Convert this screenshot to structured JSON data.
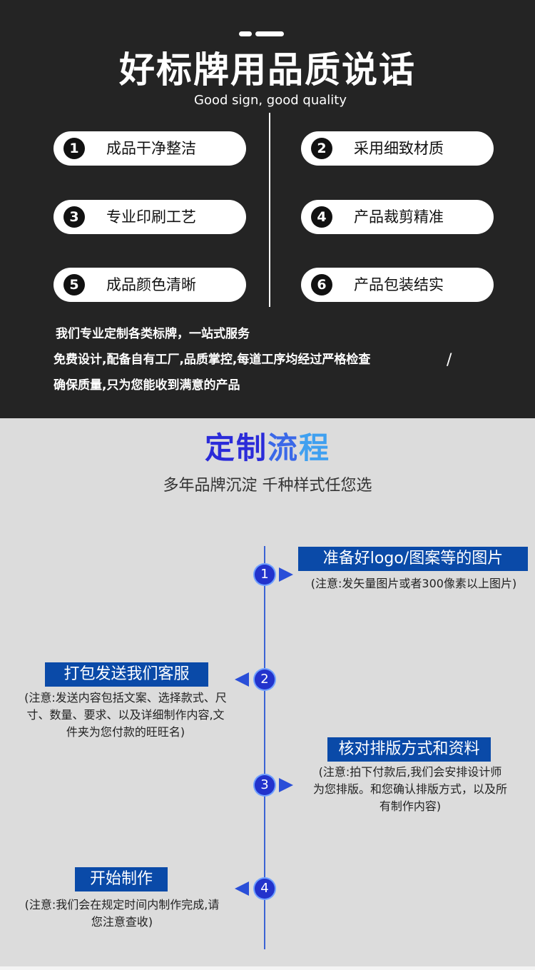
{
  "header": {
    "title": "好标牌用品质说话",
    "subtitle": "Good sign, good quality"
  },
  "features": [
    {
      "num": "1",
      "label": "成品干净整洁"
    },
    {
      "num": "2",
      "label": "采用细致材质"
    },
    {
      "num": "3",
      "label": "专业印刷工艺"
    },
    {
      "num": "4",
      "label": "产品裁剪精准"
    },
    {
      "num": "5",
      "label": "成品颜色清晰"
    },
    {
      "num": "6",
      "label": "产品包装结实"
    }
  ],
  "intro": {
    "line1": "我们专业定制各类标牌，一站式服务",
    "line2": "免费设计,配备自有工厂,品质掌控,每道工序均经过严格检查",
    "slash": "/",
    "line3": "确保质量,只为您能收到满意的产品"
  },
  "process": {
    "title_part1": "定制",
    "title_part2": "流",
    "title_part3": "程",
    "subtitle": "多年品牌沉淀 千种样式任您选",
    "steps": [
      {
        "num": "1",
        "title": "准备好logo/图案等的图片",
        "note": "(注意:发矢量图片或者300像素以上图片)"
      },
      {
        "num": "2",
        "title": "打包发送我们客服",
        "note_l1": "(注意:发送内容包括文案、选择款式、尺",
        "note_l2": "寸、数量、要求、以及详细制作内容,文",
        "note_l3": "件夹为您付款的旺旺名)"
      },
      {
        "num": "3",
        "title": "核对排版方式和资料",
        "note_l1": "(注意:拍下付款后,我们会安排设计师",
        "note_l2": "为您排版。和您确认排版方式，以及所",
        "note_l3": "有制作内容)"
      },
      {
        "num": "4",
        "title": "开始制作",
        "note_l1": "(注意:我们会在规定时间内制作完成,请",
        "note_l2": "您注意查收)"
      }
    ]
  },
  "colors": {
    "dark_bg": "#242424",
    "light_bg": "#dcdcdc",
    "step_title_bg": "#0a4aa8",
    "timeline": "#3b63d4"
  }
}
